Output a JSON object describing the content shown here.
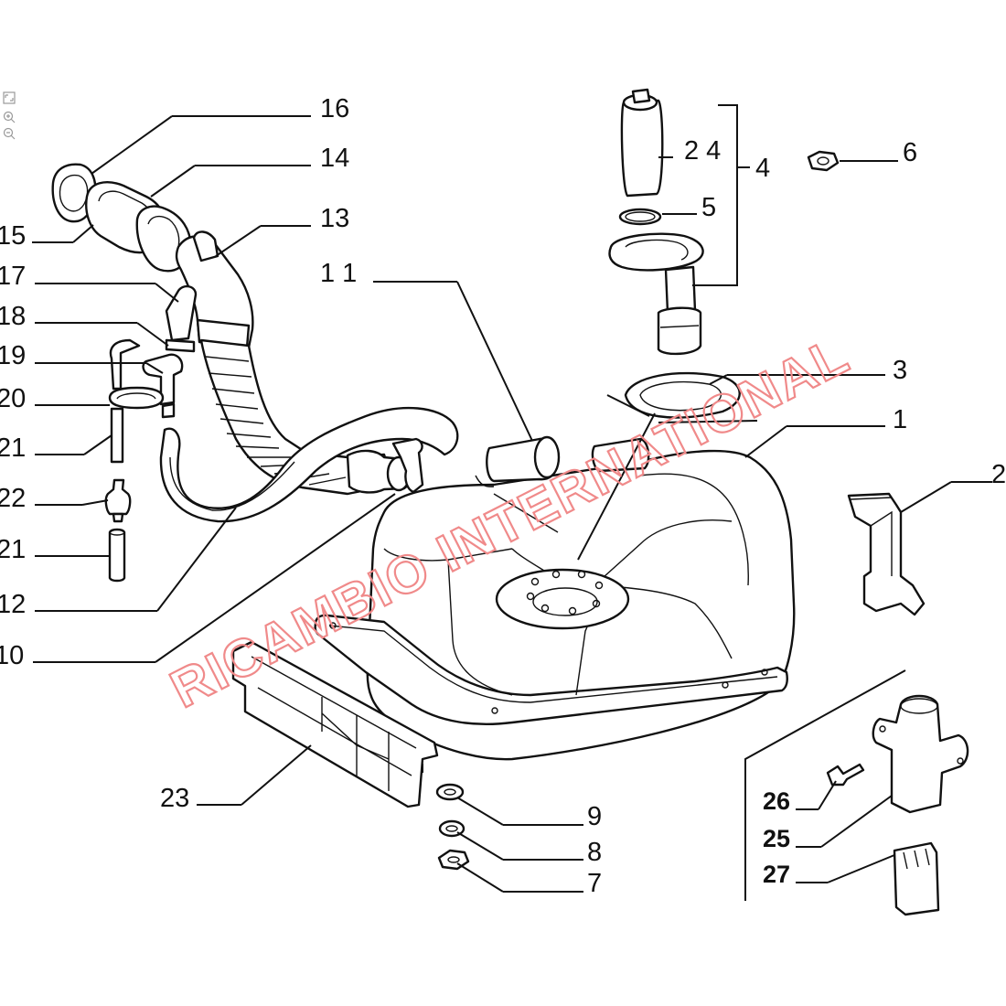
{
  "watermark": "RICAMBIO INTERNATIONAL",
  "callouts": {
    "c1": "1",
    "c2": "2",
    "c3": "3",
    "c4": "4",
    "c5": "5",
    "c6": "6",
    "c7": "7",
    "c8": "8",
    "c9": "9",
    "c10": "10",
    "c11": "1 1",
    "c12": "12",
    "c13": "13",
    "c14": "14",
    "c15": "15",
    "c16": "16",
    "c17": "17",
    "c18": "18",
    "c19": "19",
    "c20": "20",
    "c21a": "21",
    "c21b": "21",
    "c22": "22",
    "c23": "23",
    "c24": "2 4",
    "c25": "25",
    "c26": "26",
    "c27": "27"
  },
  "toolbar": {
    "icons": [
      "fit-icon",
      "zoom-in-icon",
      "zoom-out-icon"
    ]
  },
  "colors": {
    "line": "#111111",
    "watermark": "#f08a8a"
  }
}
